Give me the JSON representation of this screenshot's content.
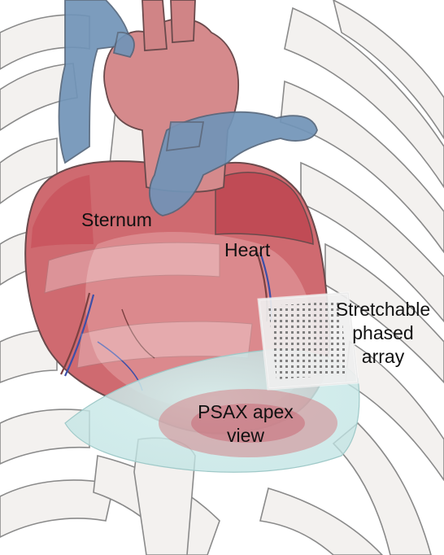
{
  "labels": {
    "sternum": "Sternum",
    "heart": "Heart",
    "array_lines": [
      "Stretchable",
      "phased",
      "array"
    ],
    "psax_lines": [
      "PSAX apex",
      "view"
    ]
  },
  "colors": {
    "ribs_fill": "#f2f0ee",
    "ribs_stroke": "#8c8c8c",
    "heart_red": "#cc5f66",
    "heart_pink": "#e08c8f",
    "vessel_blue": "#6e8fb3",
    "aorta_pink": "#d58a8c",
    "beam_cyan": "#bfe6e4",
    "array_grey": "#d9d9d9"
  }
}
